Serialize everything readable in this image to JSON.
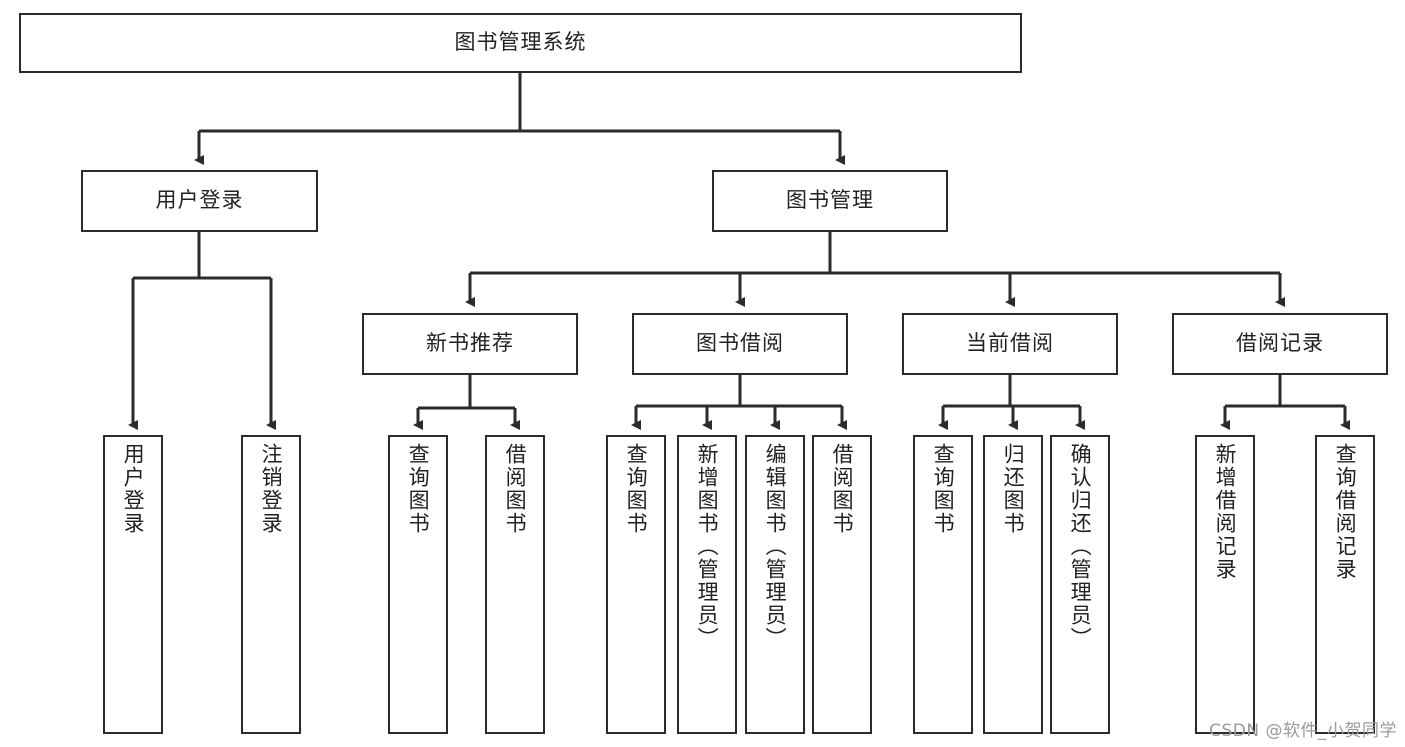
{
  "diagram": {
    "title_node": {
      "label": "图书管理系统"
    },
    "level2": [
      {
        "id": "user-login",
        "label": "用户登录"
      },
      {
        "id": "book-management",
        "label": "图书管理"
      }
    ],
    "level3": [
      {
        "id": "new-book-recommend",
        "label": "新书推荐"
      },
      {
        "id": "book-borrow",
        "label": "图书借阅"
      },
      {
        "id": "current-borrow",
        "label": "当前借阅"
      },
      {
        "id": "borrow-record",
        "label": "借阅记录"
      }
    ],
    "leaves": [
      {
        "id": "leaf-user-login",
        "label": "用户登录"
      },
      {
        "id": "leaf-logout-login",
        "label": "注销登录"
      },
      {
        "id": "leaf-query-book-1",
        "label": "查询图书"
      },
      {
        "id": "leaf-borrow-book-1",
        "label": "借阅图书"
      },
      {
        "id": "leaf-query-book-2",
        "label": "查询图书"
      },
      {
        "id": "leaf-add-book-admin",
        "label": "新增图书（管理员）"
      },
      {
        "id": "leaf-edit-book-admin",
        "label": "编辑图书（管理员）"
      },
      {
        "id": "leaf-borrow-book-2",
        "label": "借阅图书"
      },
      {
        "id": "leaf-query-book-3",
        "label": "查询图书"
      },
      {
        "id": "leaf-return-book",
        "label": "归还图书"
      },
      {
        "id": "leaf-confirm-return-admin",
        "label": "确认归还（管理员）"
      },
      {
        "id": "leaf-add-borrow-record",
        "label": "新增借阅记录"
      },
      {
        "id": "leaf-query-borrow-record",
        "label": "查询借阅记录"
      }
    ],
    "watermark": "CSDN @软件_小贺同学",
    "colors": {
      "stroke": "#2b2b2b",
      "fill": "#ffffff",
      "text": "#222222",
      "watermark": "#9a9a9a"
    }
  }
}
